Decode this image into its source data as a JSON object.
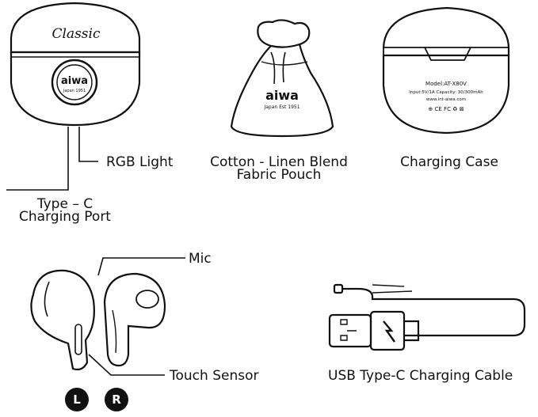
{
  "case_front": {
    "brand_script": "Classic",
    "logo": "aiwa",
    "logo_sub": "Japan 1951",
    "rgb_label": "RGB Light",
    "port_label_line1": "Type – C",
    "port_label_line2": "Charging Port"
  },
  "pouch": {
    "logo": "aiwa",
    "logo_sub": "Japan Est 1951",
    "label_line1": "Cotton - Linen Blend",
    "label_line2": "Fabric Pouch"
  },
  "charging_case": {
    "model": "Model:AT-X80V",
    "spec": "Input:5V/1A  Capacity: 30/300mAh",
    "url": "www.int-aiwa.com",
    "marks": "⊕ CE FC ♻ ⊠",
    "label": "Charging Case"
  },
  "earbuds": {
    "mic_label": "Mic",
    "touch_label": "Touch Sensor",
    "left_badge": "L",
    "right_badge": "R"
  },
  "cable": {
    "label": "USB Type-C Charging Cable"
  }
}
